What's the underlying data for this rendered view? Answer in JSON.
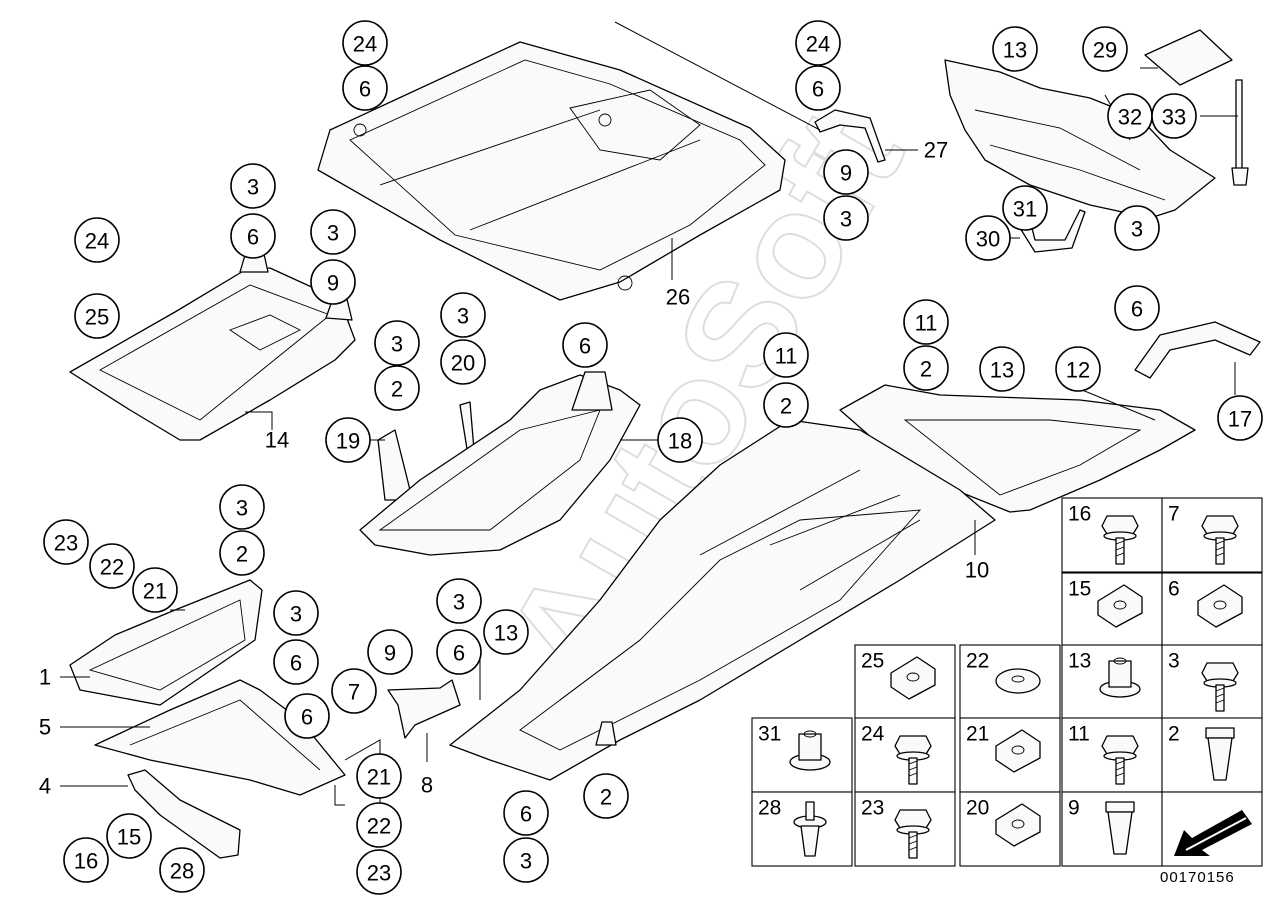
{
  "watermark": "AutoSoft",
  "doc_id": "00170156",
  "callouts": [
    "24",
    "6",
    "24",
    "6",
    "9",
    "3",
    "13",
    "29",
    "32",
    "33",
    "31",
    "30",
    "3",
    "6",
    "17",
    "3",
    "6",
    "3",
    "9",
    "24",
    "25",
    "3",
    "2",
    "3",
    "20",
    "19",
    "6",
    "18",
    "11",
    "2",
    "11",
    "2",
    "13",
    "12",
    "3",
    "2",
    "23",
    "22",
    "21",
    "3",
    "6",
    "7",
    "6",
    "3",
    "6",
    "9",
    "13",
    "21",
    "22",
    "23",
    "6",
    "3",
    "2",
    "15",
    "16",
    "28"
  ],
  "labels": {
    "l27": "27",
    "l26": "26",
    "l14": "14",
    "l10": "10",
    "l1": "1",
    "l5": "5",
    "l4": "4",
    "l8": "8"
  },
  "fasteners": [
    {
      "num": "16",
      "icon": "screw-with-washer-icon"
    },
    {
      "num": "7",
      "icon": "hex-screw-icon"
    },
    {
      "num": "15",
      "icon": "spring-clip-icon"
    },
    {
      "num": "6",
      "icon": "clip-nut-icon"
    },
    {
      "num": "25",
      "icon": "clip-nut-icon"
    },
    {
      "num": "22",
      "icon": "washer-icon"
    },
    {
      "num": "13",
      "icon": "hex-nut-collar-icon"
    },
    {
      "num": "3",
      "icon": "hex-screw-icon"
    },
    {
      "num": "31",
      "icon": "flange-nut-icon"
    },
    {
      "num": "24",
      "icon": "torx-screw-icon"
    },
    {
      "num": "21",
      "icon": "spring-clip-icon"
    },
    {
      "num": "11",
      "icon": "hex-screw-icon"
    },
    {
      "num": "2",
      "icon": "expansion-nut-icon"
    },
    {
      "num": "28",
      "icon": "push-rivet-icon"
    },
    {
      "num": "23",
      "icon": "torx-screw-icon"
    },
    {
      "num": "20",
      "icon": "clip-nut-icon"
    },
    {
      "num": "9",
      "icon": "expansion-nut-icon"
    }
  ]
}
